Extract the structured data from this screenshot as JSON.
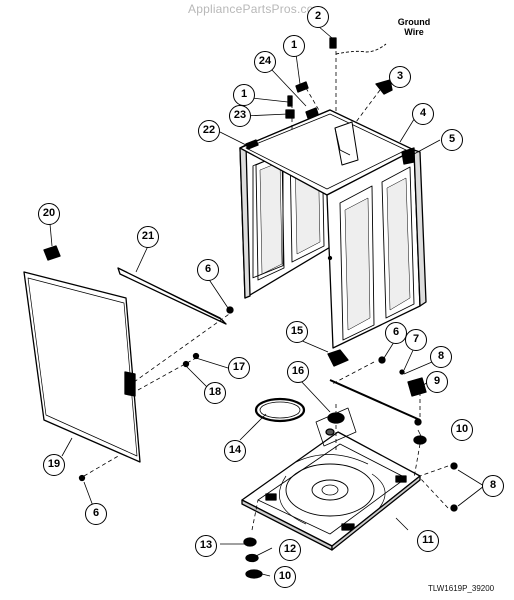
{
  "header": {
    "watermark": "AppliancePartsPros.com"
  },
  "footer": {
    "drawing_id": "TLW1619P_39200"
  },
  "annotations": {
    "ground_wire_line1": "Ground",
    "ground_wire_line2": "Wire"
  },
  "callouts": {
    "c2": "2",
    "c1a": "1",
    "c24": "24",
    "c3": "3",
    "c1b": "1",
    "c23": "23",
    "c4": "4",
    "c22": "22",
    "c5": "5",
    "c20": "20",
    "c21": "21",
    "c6a": "6",
    "c15": "15",
    "c6b": "6",
    "c7": "7",
    "c8a": "8",
    "c16": "16",
    "c17": "17",
    "c9": "9",
    "c18": "18",
    "c14": "14",
    "c10a": "10",
    "c19": "19",
    "c8b": "8",
    "c6c": "6",
    "c11": "11",
    "c13": "13",
    "c12": "12",
    "c10b": "10"
  },
  "colors": {
    "ink": "#000000",
    "watermark": "#b8b8b8",
    "background": "#ffffff"
  }
}
